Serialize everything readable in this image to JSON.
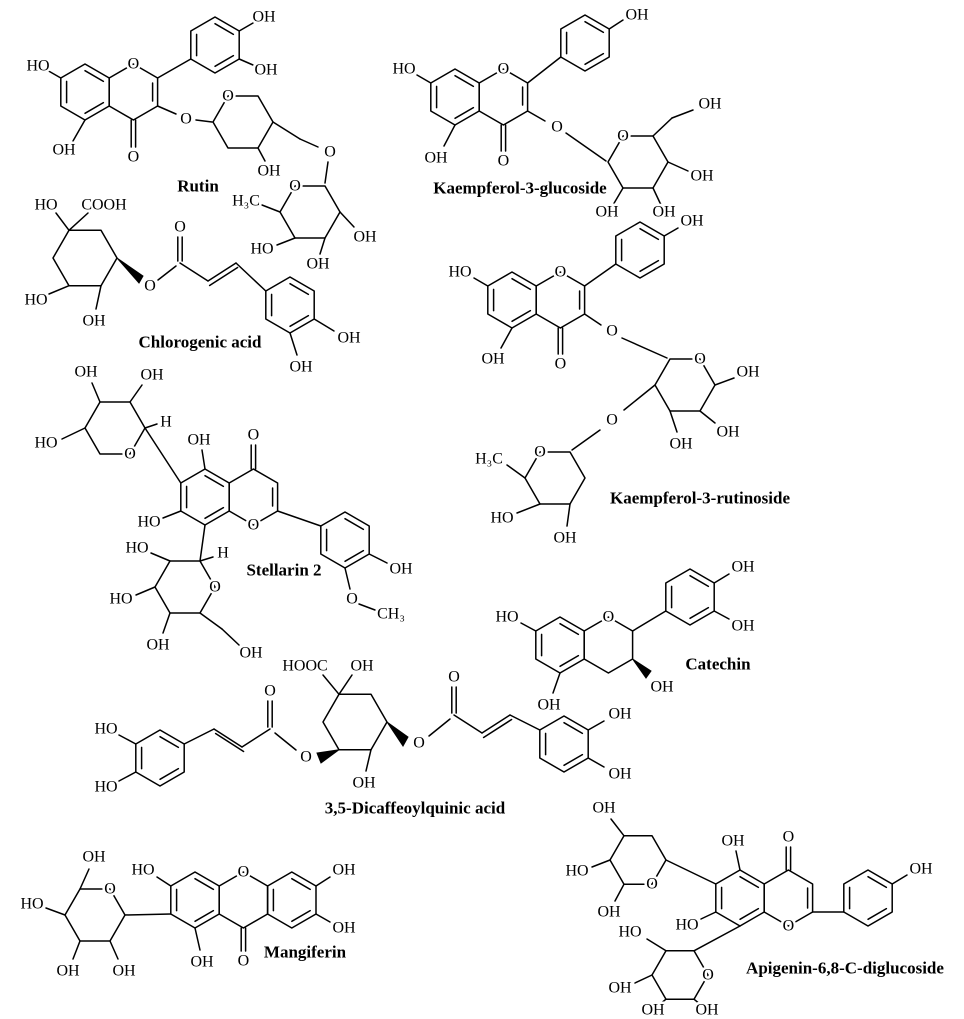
{
  "figure": {
    "background_color": "#ffffff",
    "bond_color": "#000000"
  },
  "compounds": [
    {
      "name": "Rutin"
    },
    {
      "name": "Kaempferol-3-glucoside"
    },
    {
      "name": "Chlorogenic acid"
    },
    {
      "name": "Kaempferol-3-rutinoside"
    },
    {
      "name": "Stellarin 2"
    },
    {
      "name": "Catechin"
    },
    {
      "name": "3,5-Dicaffeoylquinic acid"
    },
    {
      "name": "Mangiferin"
    },
    {
      "name": "Apigenin-6,8-C-diglucoside"
    }
  ],
  "labels": {
    "OH": "OH",
    "HO": "HO",
    "O": "O",
    "COOH": "COOH",
    "HOOC": "HOOC",
    "H3C": "H₃C",
    "CH3": "CH₃",
    "H": "H"
  }
}
